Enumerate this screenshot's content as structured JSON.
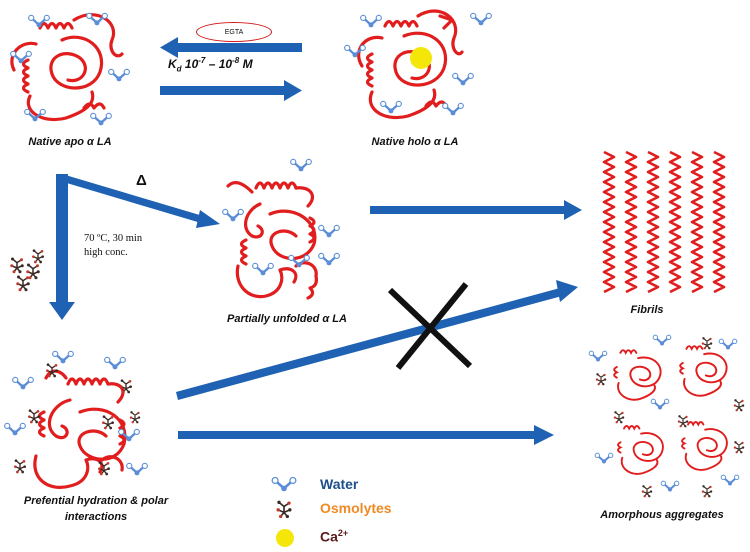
{
  "colors": {
    "protein": "#e11d1d",
    "arrow": "#1f62b4",
    "water": "#5b8ed6",
    "osmolyte": "#3b2a24",
    "calcium": "#f5e60a",
    "water_label": "#1f4e8c",
    "osmolyte_label": "#f08a24",
    "calcium_label": "#5a1a1a"
  },
  "labels": {
    "native_apo": "Native apo α LA",
    "native_holo": "Native holo α LA",
    "partially_unfolded": "Partially unfolded α LA",
    "fibrils": "Fibrils",
    "preferential": "Prefential hydration & polar",
    "preferential_2": "interactions",
    "amorphous": "Amorphous aggregates"
  },
  "equilibrium": {
    "egta": "EGTA",
    "kd_prefix": "K",
    "kd_sub": "d",
    "kd_value_1": "10",
    "kd_exp_1": "-7",
    "kd_dash": "– 10",
    "kd_exp_2": "-8",
    "kd_unit": "M"
  },
  "conditions": {
    "delta": "Δ",
    "line1": "70 ºC, 30 min",
    "line2": "high conc."
  },
  "legend": {
    "water": "Water",
    "osmolytes": "Osmolytes",
    "calcium": "Ca",
    "calcium_sup": "2+"
  },
  "blocked_marker": "X"
}
